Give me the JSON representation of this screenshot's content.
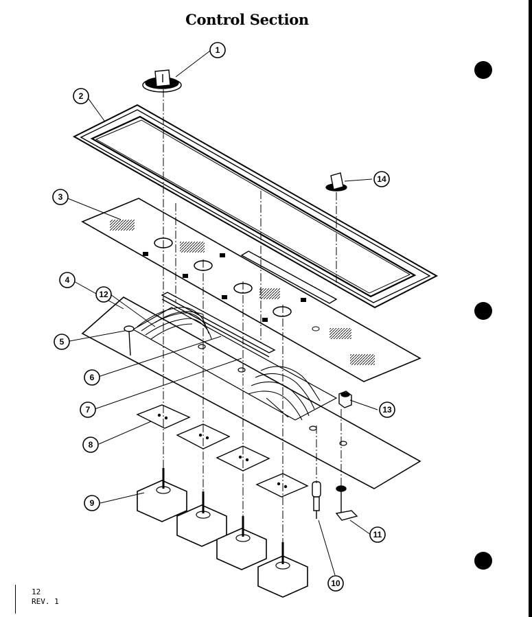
{
  "title": "Control Section",
  "footer": {
    "page_number": "12",
    "revision": "REV. 1"
  },
  "callouts": [
    "1",
    "2",
    "3",
    "4",
    "5",
    "6",
    "7",
    "8",
    "9",
    "10",
    "11",
    "12",
    "13",
    "14"
  ],
  "colors": {
    "ink": "#000000",
    "paper": "#ffffff"
  }
}
